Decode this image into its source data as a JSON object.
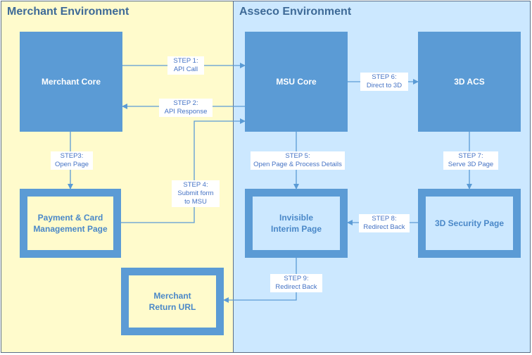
{
  "regions": {
    "merchant": {
      "title": "Merchant Environment",
      "fill": "#fffbcc"
    },
    "asseco": {
      "title": "Asseco Environment",
      "fill": "#cce8ff"
    }
  },
  "nodes": {
    "merchant_core": "Merchant Core",
    "msu_core": "MSU Core",
    "acs_3d": "3D ACS",
    "payment_page": "Payment & Card\nManagement Page",
    "interim_page": "Invisible\nInterim Page",
    "security_page": "3D Security Page",
    "return_url": "Merchant\nReturn URL"
  },
  "steps": {
    "step1": "STEP 1:\nAPI Call",
    "step2": "STEP 2:\nAPI Response",
    "step3": "STEP3:\nOpen Page",
    "step4": "STEP 4:\nSubmit form\nto MSU",
    "step5": "STEP 5:\nOpen Page & Process Details",
    "step6": "STEP 6:\nDirect to 3D",
    "step7": "STEP 7:\nServe 3D Page",
    "step8": "STEP 8:\nRedirect Back",
    "step9": "STEP 9:\nRedirect Back"
  },
  "colors": {
    "node": "#5b9bd5",
    "arrow": "#5b9bd5",
    "label_text": "#4472c4",
    "title_text": "#3e6a97"
  }
}
